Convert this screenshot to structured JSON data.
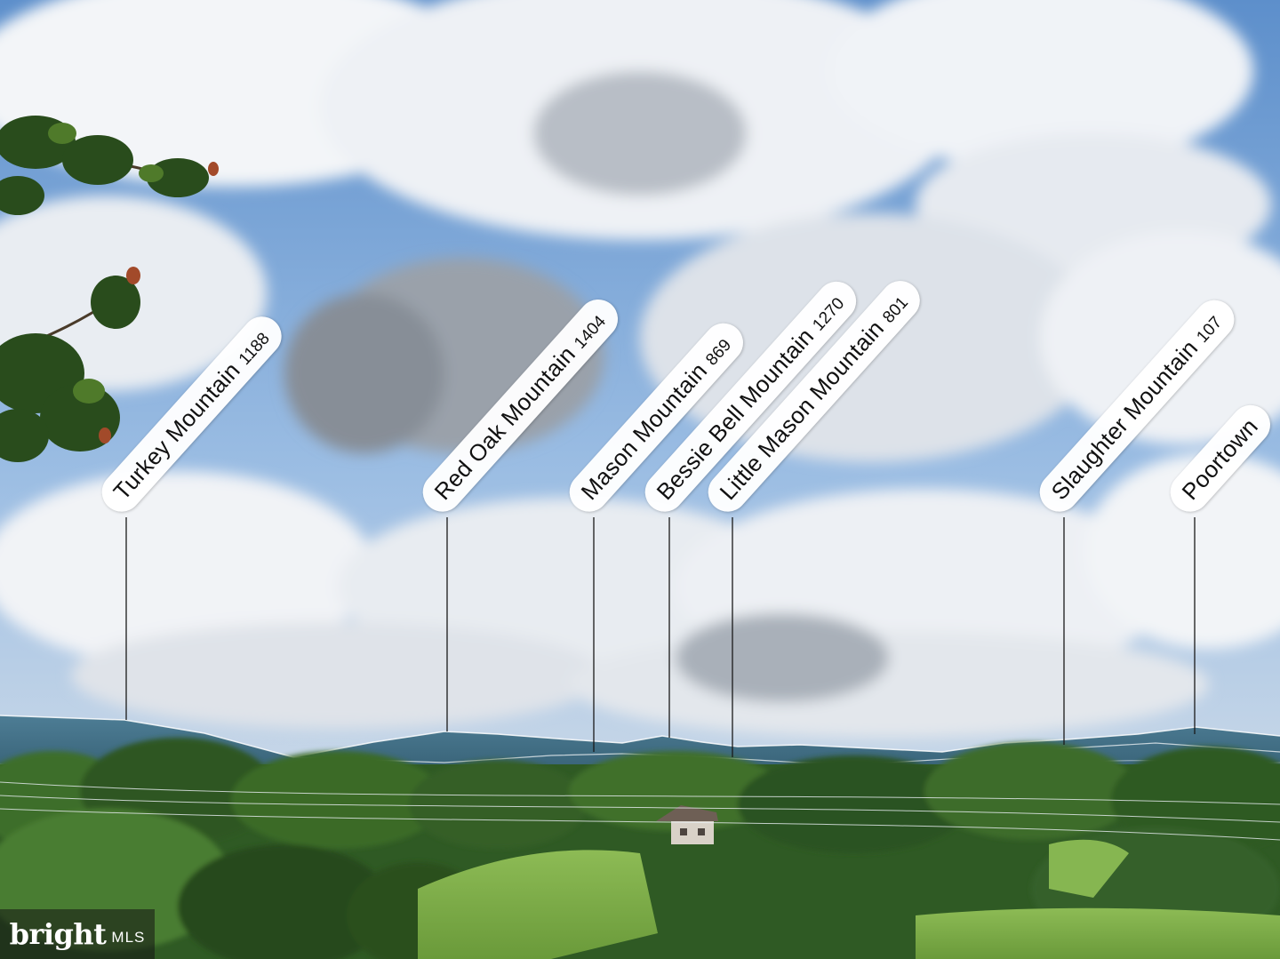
{
  "peaks": [
    {
      "name": "Turkey Mountain",
      "elevation": "1188"
    },
    {
      "name": "Red Oak Mountain",
      "elevation": "1404"
    },
    {
      "name": "Mason Mountain",
      "elevation": "869"
    },
    {
      "name": "Bessie Bell Mountain",
      "elevation": "1270"
    },
    {
      "name": "Little Mason Mountain",
      "elevation": "801"
    },
    {
      "name": "Slaughter Mountain",
      "elevation": "107"
    },
    {
      "name": "Poortown",
      "elevation": ""
    }
  ],
  "watermark": {
    "brand": "bright",
    "suffix": "MLS"
  },
  "colors": {
    "sky": "#6f9fd6",
    "cloud": "#f2f4f7",
    "mountain": "#3f6e88",
    "forest": "#2f5a24",
    "pasture": "#7fae4a",
    "label_bg": "#ffffff"
  }
}
